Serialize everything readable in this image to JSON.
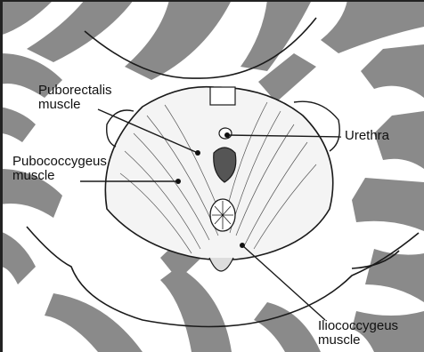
{
  "labels": {
    "puborectalis": [
      "Puborectalis",
      "muscle"
    ],
    "pubococcygeus": [
      "Pubococcygeus",
      "muscle"
    ],
    "urethra": "Urethra",
    "iliococcygeus": [
      "Iliococcygeus",
      "muscle"
    ]
  },
  "colors": {
    "stripe": "#8a8a8a",
    "background": "#ffffff",
    "ink": "#1a1a1a"
  }
}
